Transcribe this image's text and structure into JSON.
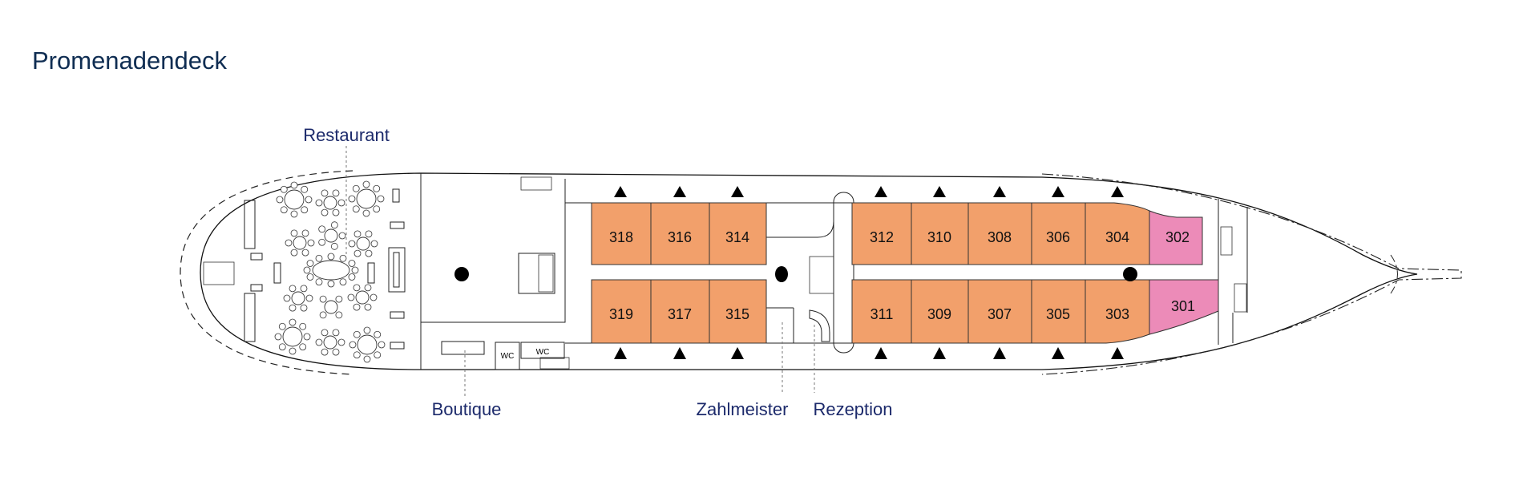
{
  "title": "Promenadendeck",
  "labels": {
    "restaurant": "Restaurant",
    "boutique": "Boutique",
    "zahlmeister": "Zahlmeister",
    "rezeption": "Rezeption",
    "wc1": "WC",
    "wc2": "WC"
  },
  "colors": {
    "standard_cabin": "#f2a06b",
    "special_cabin": "#ec8bb8",
    "title": "#0f2d52",
    "label": "#1c2a6b"
  },
  "cabins": {
    "top": [
      "318",
      "316",
      "314",
      "312",
      "310",
      "308",
      "306",
      "304",
      "302"
    ],
    "bottom": [
      "319",
      "317",
      "315",
      "311",
      "309",
      "307",
      "305",
      "303",
      "301"
    ]
  },
  "icons": [
    "lifeboat-triangle-icon",
    "mast-dot-icon",
    "stairs-icon",
    "door-icon"
  ]
}
